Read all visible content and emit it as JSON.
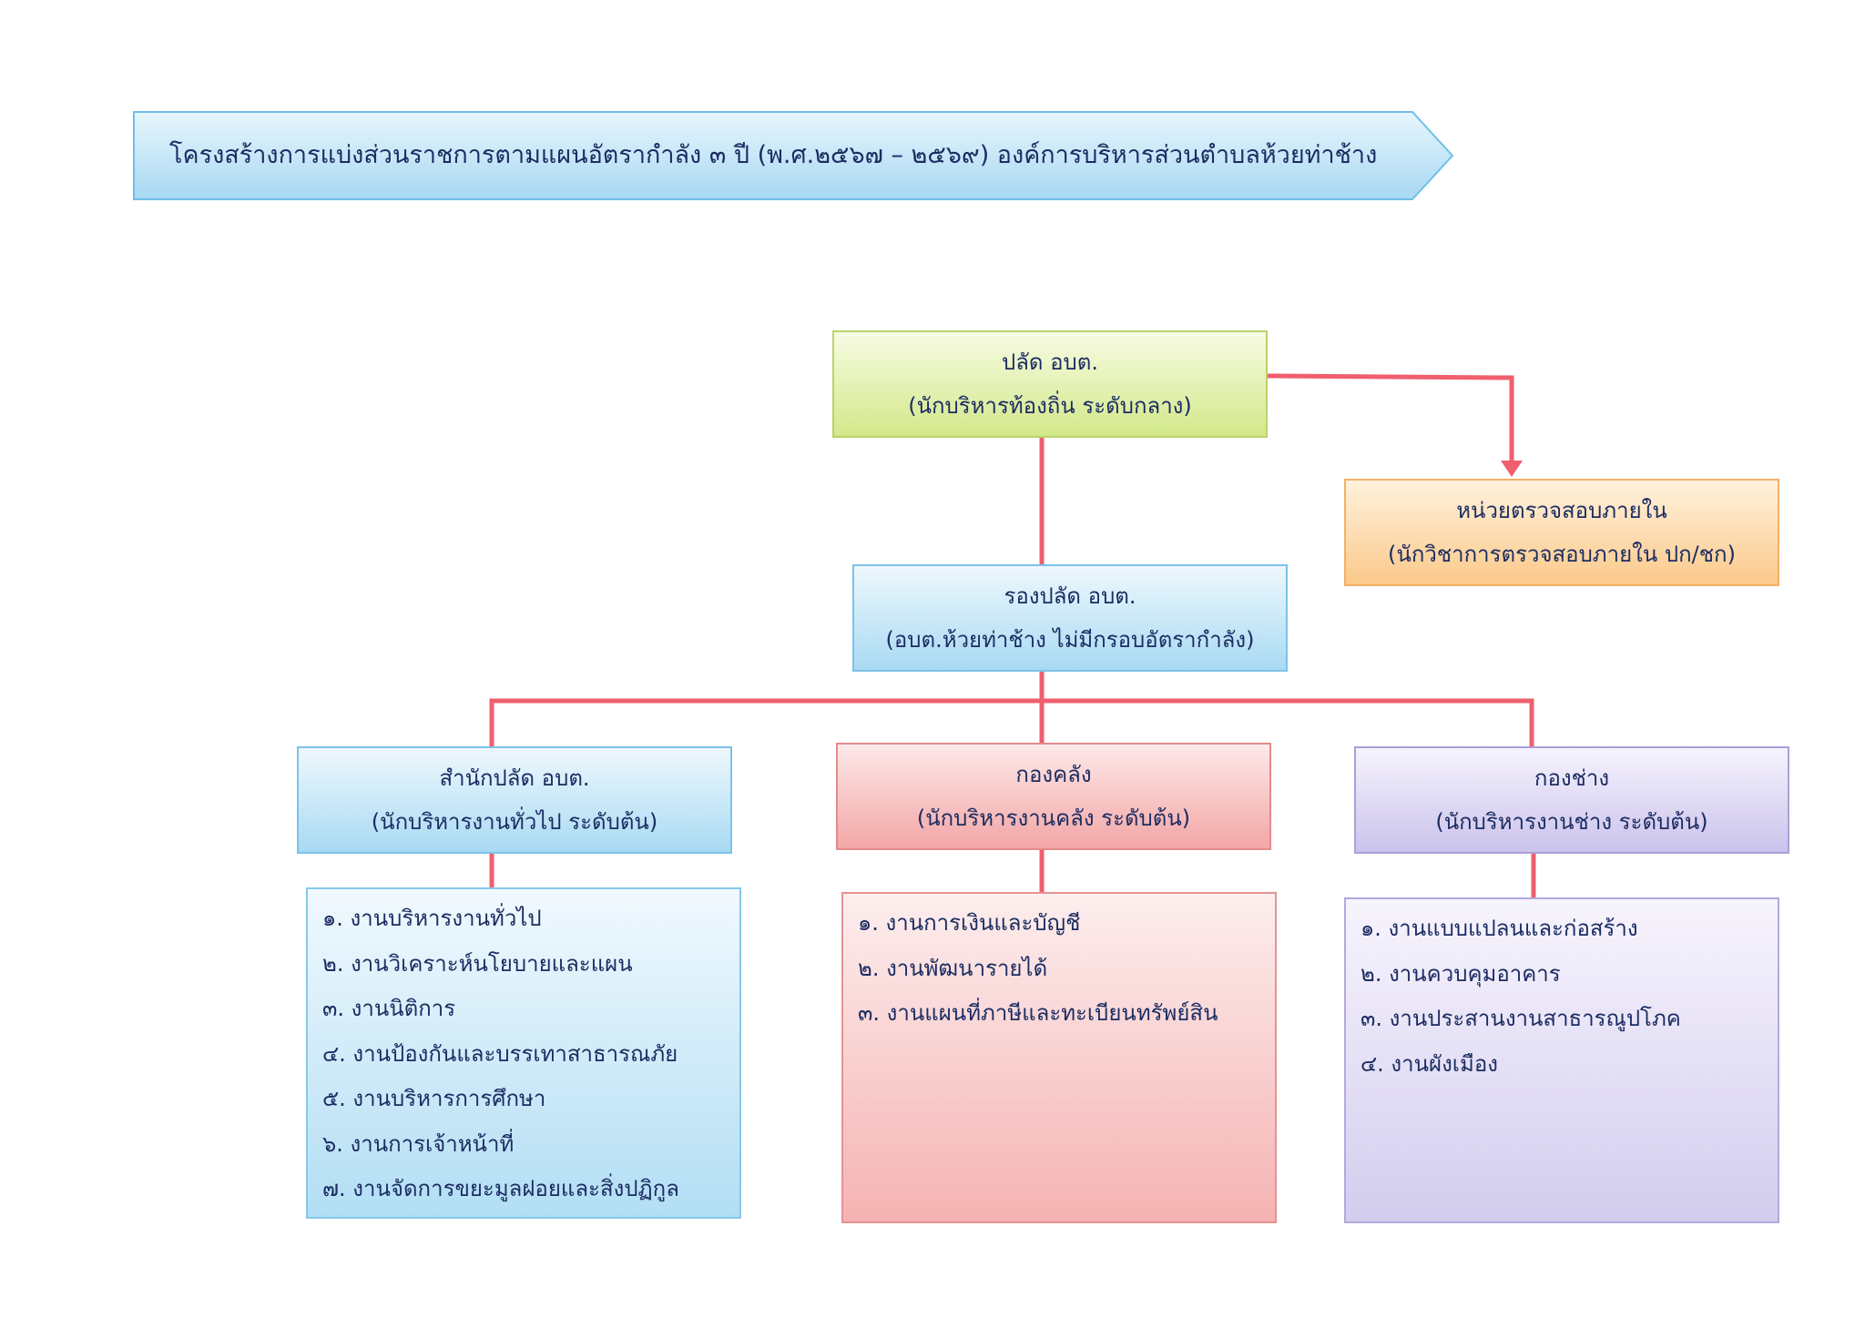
{
  "title": "โครงสร้างการแบ่งส่วนราชการตามแผนอัตรากำลัง ๓ ปี (พ.ศ.๒๕๖๗ – ๒๕๖๙) องค์การบริหารส่วนตำบลห้วยท่าช้าง",
  "colors": {
    "connector": "#ef5f6e",
    "banner_fill": "#bfe4f7",
    "banner_border": "#6fbfe8"
  },
  "top": {
    "title": "ปลัด อบต.",
    "subtitle": "(นักบริหารท้องถิ่น ระดับกลาง)"
  },
  "audit": {
    "title": "หน่วยตรวจสอบภายใน",
    "subtitle": "(นักวิชาการตรวจสอบภายใน ปก/ชก)"
  },
  "deputy": {
    "title": "รองปลัด อบต.",
    "subtitle": "(อบต.ห้วยท่าช้าง ไม่มีกรอบอัตรากำลัง)"
  },
  "divisions": [
    {
      "title": "สำนักปลัด อบต.",
      "subtitle": "(นักบริหารงานทั่วไป ระดับต้น)",
      "tasks": [
        "๑. งานบริหารงานทั่วไป",
        "๒. งานวิเคราะห์นโยบายและแผน",
        "๓. งานนิติการ",
        "๔. งานป้องกันและบรรเทาสาธารณภัย",
        "๕. งานบริหารการศึกษา",
        "๖. งานการเจ้าหน้าที่",
        "๗. งานจัดการขยะมูลฝอยและสิ่งปฏิกูล"
      ]
    },
    {
      "title": "กองคลัง",
      "subtitle": "(นักบริหารงานคลัง ระดับต้น)",
      "tasks": [
        "๑. งานการเงินและบัญชี",
        "๒. งานพัฒนารายได้",
        "๓. งานแผนที่ภาษีและทะเบียนทรัพย์สิน"
      ]
    },
    {
      "title": "กองช่าง",
      "subtitle": "(นักบริหารงานช่าง ระดับต้น)",
      "tasks": [
        "๑. งานแบบแปลนและก่อสร้าง",
        "๒. งานควบคุมอาคาร",
        "๓. งานประสานงานสาธารณูปโภค",
        "๔. งานผังเมือง"
      ]
    }
  ]
}
